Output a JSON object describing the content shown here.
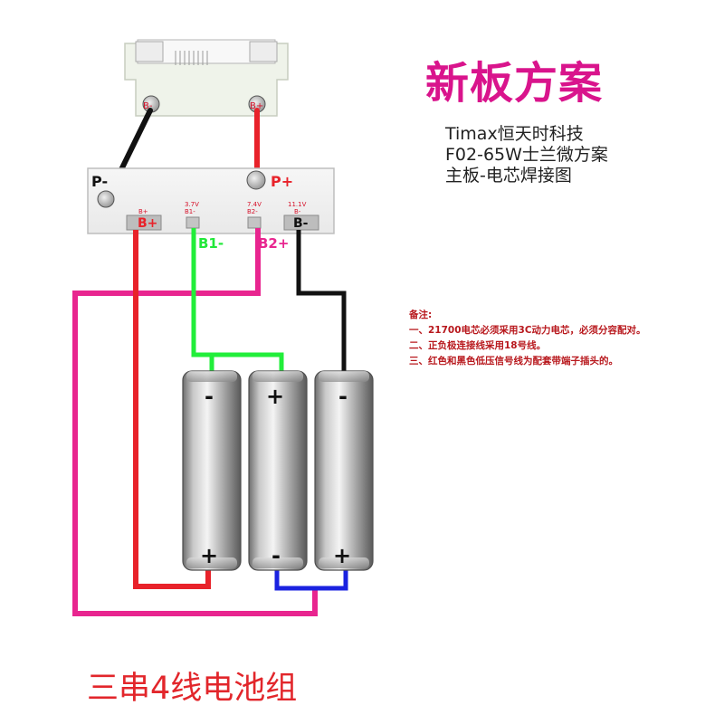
{
  "headline": "新板方案",
  "info_lines": [
    "Timax恒天时科技",
    "F02-65W士兰微方案",
    "主板-电芯焊接图"
  ],
  "notes": {
    "heading": "备注:",
    "items": [
      "一、21700电芯必须采用3C动力电芯，必须分容配对。",
      "二、正负极连接线采用18号线。",
      "三、红色和黑色低压信号线为配套带端子插头的。"
    ]
  },
  "connector_board": {
    "b_minus_label": "B-",
    "b_plus_label": "B+"
  },
  "bms_board": {
    "p_minus_label": "P-",
    "p_plus_label": "P+",
    "pads": [
      {
        "top": "B+",
        "main": "B+"
      },
      {
        "top": "3.7V",
        "sub": "B1-"
      },
      {
        "top": "7.4V",
        "sub": "B2-"
      },
      {
        "top": "11.1V",
        "sub": "B-",
        "main": "B-"
      }
    ]
  },
  "wire_labels": {
    "b1": "B1-",
    "b2": "B2+"
  },
  "cells": [
    {
      "top": "-",
      "bottom": "+"
    },
    {
      "top": "+",
      "bottom": "-"
    },
    {
      "top": "-",
      "bottom": "+"
    }
  ],
  "footer_title": "三串4线电池组",
  "colors": {
    "wire_red": "#e8222a",
    "wire_black": "#111111",
    "wire_green": "#22ee3a",
    "wire_magenta": "#e8258f",
    "wire_blue": "#1a22e0",
    "headline": "#d9148c",
    "notes": "#b8181d"
  }
}
